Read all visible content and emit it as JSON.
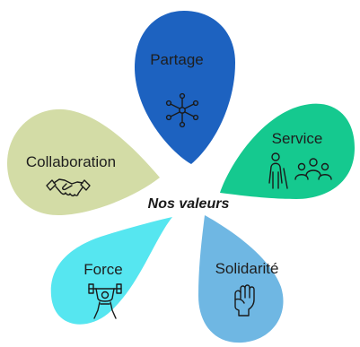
{
  "diagram": {
    "title": "Nos valeurs",
    "petals": [
      {
        "id": "partage",
        "label": "Partage",
        "icon": "network-icon",
        "color": "#1d62c0",
        "text_color": "#1e1e1e"
      },
      {
        "id": "service",
        "label": "Service",
        "icon": "people-service-icon",
        "color": "#15c98f",
        "text_color": "#1e1e1e"
      },
      {
        "id": "solidarite",
        "label": "Solidarité",
        "icon": "raised-fist-icon",
        "color": "#6fb7e3",
        "text_color": "#1e1e1e"
      },
      {
        "id": "force",
        "label": "Force",
        "icon": "weightlifter-icon",
        "color": "#56e6f0",
        "text_color": "#1e1e1e"
      },
      {
        "id": "collaboration",
        "label": "Collaboration",
        "icon": "handshake-icon",
        "color": "#d3dca6",
        "text_color": "#1e1e1e"
      }
    ]
  }
}
